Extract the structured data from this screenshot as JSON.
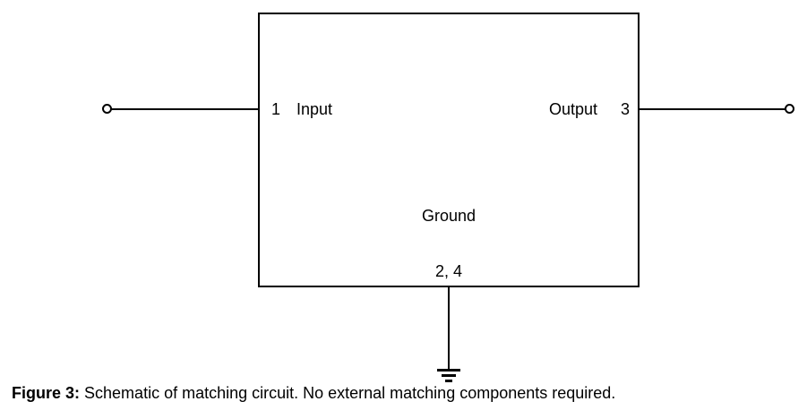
{
  "schematic": {
    "pin1": "1",
    "input": "Input",
    "output": "Output",
    "pin3": "3",
    "ground": "Ground",
    "ground_pins": "2, 4"
  },
  "caption": {
    "label": "Figure 3:",
    "text": "Schematic of matching circuit. No external matching components required."
  },
  "colors": {
    "line": "#000000",
    "background": "#ffffff"
  }
}
